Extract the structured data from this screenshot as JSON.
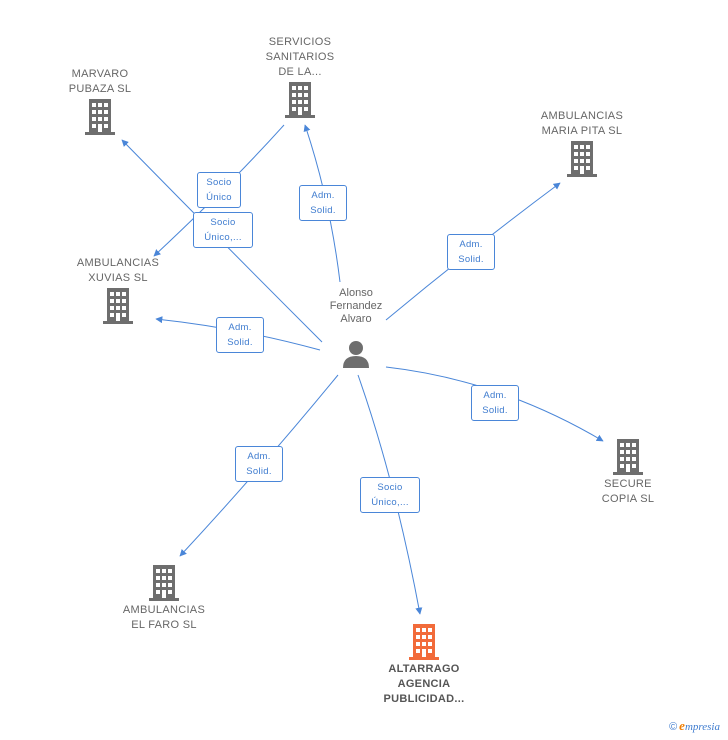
{
  "person": {
    "line1": "Alonso",
    "line2": "Fernandez",
    "line3": "Alvaro"
  },
  "companies": [
    {
      "id": "marvaro",
      "line1": "MARVARO",
      "line2": "PUBAZA  SL",
      "line3": ""
    },
    {
      "id": "servicios",
      "line1": "SERVICIOS",
      "line2": "SANITARIOS",
      "line3": "DE LA..."
    },
    {
      "id": "maria-pita",
      "line1": "AMBULANCIAS",
      "line2": "MARIA PITA SL",
      "line3": ""
    },
    {
      "id": "xuvias",
      "line1": "AMBULANCIAS",
      "line2": "XUVIAS SL",
      "line3": ""
    },
    {
      "id": "secure",
      "line1": "SECURE",
      "line2": "COPIA SL",
      "line3": ""
    },
    {
      "id": "el-faro",
      "line1": "AMBULANCIAS",
      "line2": "EL FARO SL",
      "line3": ""
    },
    {
      "id": "altarrago",
      "line1": "ALTARRAGO",
      "line2": "AGENCIA",
      "line3": "PUBLICIDAD..."
    }
  ],
  "relations": [
    {
      "line1": "Socio",
      "line2": "Único"
    },
    {
      "line1": "Socio",
      "line2": "Único,..."
    },
    {
      "line1": "Adm.",
      "line2": "Solid."
    },
    {
      "line1": "Adm.",
      "line2": "Solid."
    },
    {
      "line1": "Adm.",
      "line2": "Solid."
    },
    {
      "line1": "Adm.",
      "line2": "Solid."
    },
    {
      "line1": "Adm.",
      "line2": "Solid."
    },
    {
      "line1": "Socio",
      "line2": "Único,..."
    }
  ],
  "colors": {
    "edge": "#4a86d8",
    "building": "#6e6e6e",
    "focus_building": "#f26b3a",
    "person": "#6e6e6e"
  },
  "icons": {
    "company": "building-icon",
    "person": "person-icon"
  },
  "footer": {
    "copyright": "©",
    "brand_initial": "e",
    "brand_rest": "mpresia"
  }
}
